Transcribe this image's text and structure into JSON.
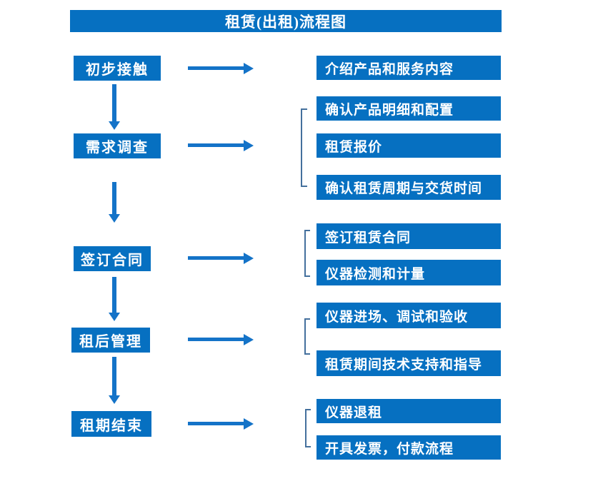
{
  "title": "租赁(出租)流程图",
  "colors": {
    "box": "#0670C1",
    "arrow": "#1473C8",
    "bracket": "#44709D",
    "text": "#FFFFFF",
    "background": "#FFFFFF"
  },
  "stages": [
    {
      "label": "初步接触",
      "outputs": [
        "介绍产品和服务内容"
      ]
    },
    {
      "label": "需求调查",
      "outputs": [
        "确认产品明细和配置",
        "租赁报价",
        "确认租赁周期与交货时间"
      ]
    },
    {
      "label": "签订合同",
      "outputs": [
        "签订租赁合同",
        "仪器检测和计量"
      ]
    },
    {
      "label": "租后管理",
      "outputs": [
        "仪器进场、调试和验收",
        "租赁期间技术支持和指导"
      ]
    },
    {
      "label": "租期结束",
      "outputs": [
        "仪器退租",
        "开具发票，付款流程"
      ]
    }
  ]
}
